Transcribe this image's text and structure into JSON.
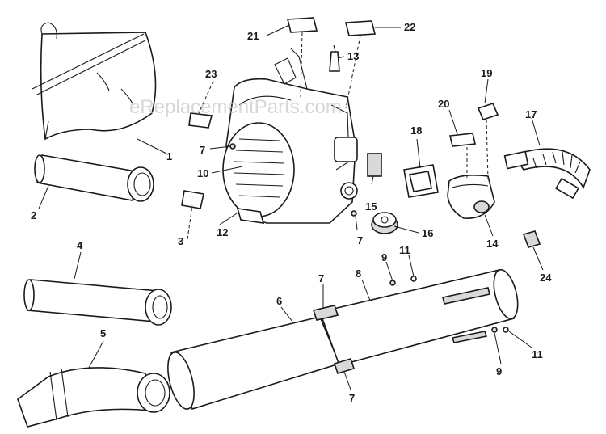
{
  "watermark": "eReplacementParts.com",
  "callouts": {
    "c1": "1",
    "c2": "2",
    "c3": "3",
    "c4": "4",
    "c5": "5",
    "c6": "6",
    "c7a": "7",
    "c7b": "7",
    "c7c": "7",
    "c7d": "7",
    "c8": "8",
    "c9a": "9",
    "c9b": "9",
    "c10": "10",
    "c11a": "11",
    "c11b": "11",
    "c12": "12",
    "c13": "13",
    "c14": "14",
    "c15": "15",
    "c16": "16",
    "c17": "17",
    "c18": "18",
    "c19": "19",
    "c20": "20",
    "c21": "21",
    "c22": "22",
    "c23": "23",
    "c24": "24"
  }
}
